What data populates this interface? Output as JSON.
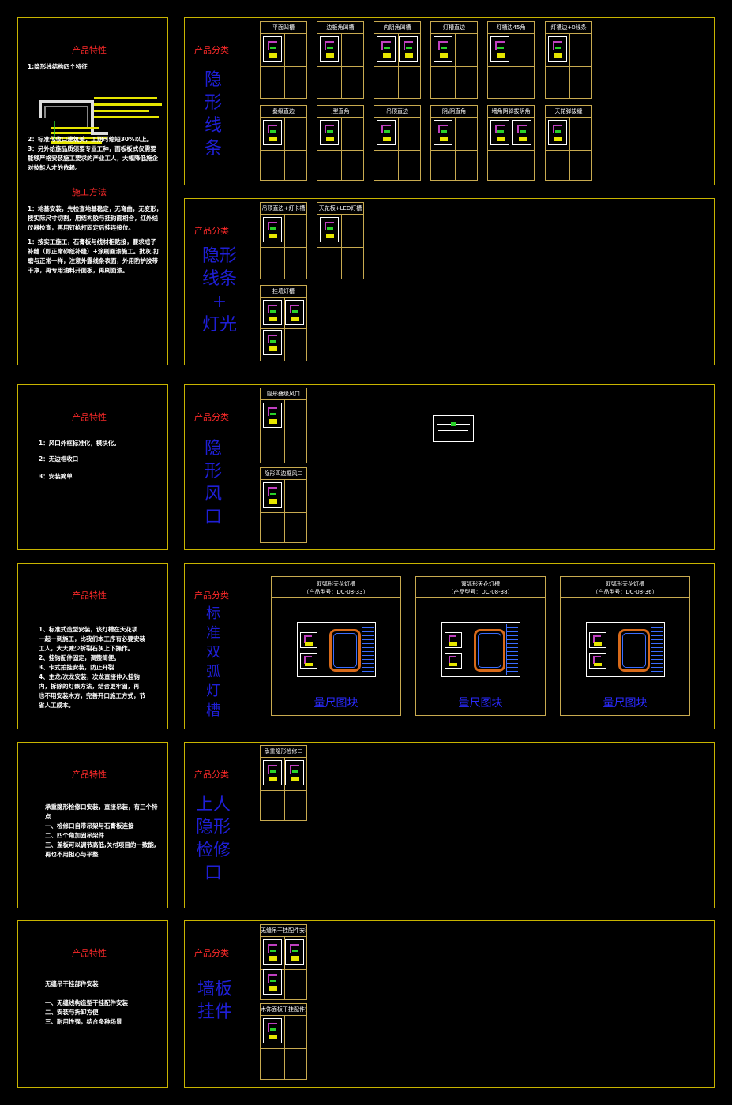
{
  "sections": [
    {
      "left": {
        "title": "产品特性",
        "text1": "1:隐形线结构四个特征",
        "text2": "2：标准化收口建筑美，工期可缩短30%以上。\n3：另外给施品质须要专业工种，面板板式仅需要\n能够严格安装施工要求的产业工人，大幅降低施企\n对技能人才的依赖。",
        "subtitle": "施工方法",
        "text3": "1：地基安装，先检查地基稳定，无弯曲，无变形，\n按实际尺寸切割，用结构胶与挂钩面相合，红外线\n仪器检查，再用钉枪打固定后挂连接位。",
        "text4": "1：按实工施工，石膏板与线材相贴接，要求成子\n补缝（即正常砂纸补缝）+涂刷面漆施工。批灰,打\n磨与正常一样，注意外露线条表面，外用防护胶带\n干净，再专用油料开面板，再刷面漆。"
      },
      "right": {
        "label": "产品分类",
        "big": "隐\n形\n线\n条",
        "blocks": [
          "平面凹槽",
          "边板角凹槽",
          "内阴角凹槽",
          "灯槽直边",
          "灯槽边45角",
          "灯槽边+0线条",
          "叠级直边",
          "J型直角",
          "吊顶直边",
          "阴/阴直角",
          "墙角阴弹拔阴角",
          "天花弹拔缝"
        ]
      }
    },
    {
      "right": {
        "label": "产品分类",
        "big": "隐形\n线条\n+\n灯光",
        "blocks": [
          "吊顶直边+灯卡槽",
          "天花板+LED灯槽",
          "挂墙灯槽"
        ]
      }
    },
    {
      "left": {
        "title": "产品特性",
        "items": [
          "1：风口外框标准化，模块化。",
          "2：无边框收口",
          "3：安装简单"
        ]
      },
      "right": {
        "label": "产品分类",
        "big": "隐\n形\n风\n口",
        "blocks": [
          "隐形叠级风口",
          "隐形四边框风口"
        ]
      }
    },
    {
      "left": {
        "title": "产品特性",
        "text": "1、标准式造型安装，该灯槽在天花项\n一起一到施工，比我们本工序有必要安装\n工人，大大减少拆裂石灰上下操作。\n2、挂钩配件固定，调整简便。\n3、卡式拍挂安装，防止开裂\n4、主龙/次龙安装，次龙直接伸入挂钩\n内，拆除的灯嵌方法，结合更牢固，再\n也不用安装木方，完善开口施工方式，节\n省人工成本。"
      },
      "right": {
        "label": "产品分类",
        "big": "标\n准\n双\n弧\n灯\n槽",
        "cards": [
          {
            "title": "双弧形天花灯槽\n（产品型号：DC-08-33）",
            "scale": "量尺图块"
          },
          {
            "title": "双弧形天花灯槽\n（产品型号：DC-08-38）",
            "scale": "量尺图块"
          },
          {
            "title": "双弧形天花灯槽\n（产品型号：DC-08-36）",
            "scale": "量尺图块"
          }
        ]
      }
    },
    {
      "left": {
        "title": "产品特性",
        "text": "承重隐形检修口安装，直接吊装，有三个特\n点\n一、检修口自带吊架与石膏板连接\n二、四个角加固吊架件\n三、盖板可以调节高低,关付项目的一致能,\n再也不用担心与平整"
      },
      "right": {
        "label": "产品分类",
        "big": "上人\n隐形\n检修\n口",
        "blocks": [
          "承重隐形检修口"
        ]
      }
    },
    {
      "left": {
        "title": "产品特性",
        "text": "无缝吊干挂部件安装\n\n一、无缝线构造型干挂配件安装\n二、安装与拆卸方便\n三、耐用性强，结合多种场景"
      },
      "right": {
        "label": "产品分类",
        "big": "墙板\n挂件",
        "blocks": [
          "无缝吊干挂配件安装图",
          "木饰面板干挂配件安装"
        ]
      }
    }
  ]
}
